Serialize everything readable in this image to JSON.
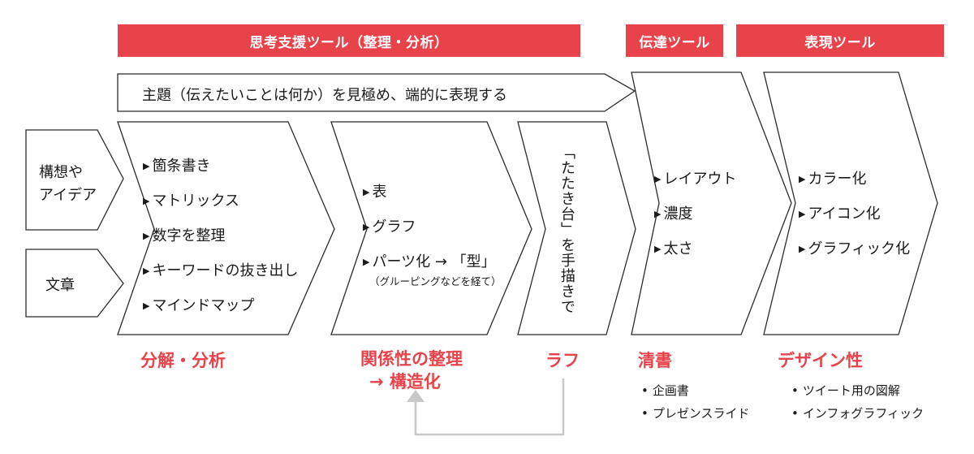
{
  "banners": {
    "thinking": "思考支援ツール（整理・分析）",
    "communication": "伝達ツール",
    "expression": "表現ツール"
  },
  "theme": "主題（伝えたいことは何か）を見極め、端的に表現する",
  "inputs": {
    "concept": [
      "構想や",
      "アイデア"
    ],
    "text": "文章"
  },
  "steps": {
    "decompose": {
      "items": [
        "箇条書き",
        "マトリックス",
        "数字を整理",
        "キーワードの抜き出し",
        "マインドマップ"
      ],
      "label": "分解・分析"
    },
    "relation": {
      "items": [
        "表",
        "グラフ",
        "パーツ化 → 「型」"
      ],
      "note": "（グルーピングなどを経て）",
      "label": [
        "関係性の整理",
        "→ 構造化"
      ]
    },
    "rough": {
      "vertical": "「たたき台」を手描きで",
      "label": "ラフ"
    },
    "clean": {
      "items": [
        "レイアウト",
        "濃度",
        "太さ"
      ],
      "label": "清書",
      "examples": [
        "企画書",
        "プレゼンスライド"
      ]
    },
    "design": {
      "items": [
        "カラー化",
        "アイコン化",
        "グラフィック化"
      ],
      "label": "デザイン性",
      "examples": [
        "ツイート用の図解",
        "インフォグラフィック"
      ]
    }
  },
  "colors": {
    "accent": "#e8434a",
    "stroke": "#2b2b2b",
    "feedback": "#c8c8c8"
  }
}
